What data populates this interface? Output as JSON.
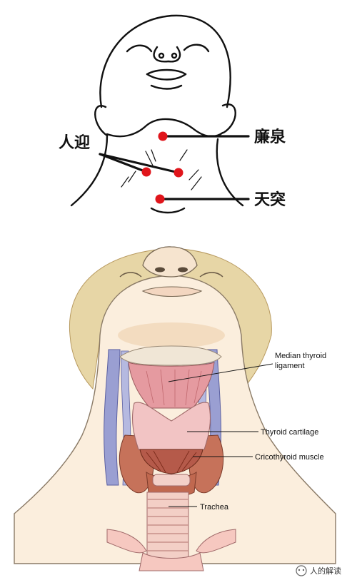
{
  "top_figure": {
    "points": [
      {
        "id": "lianquan",
        "label": "廉泉"
      },
      {
        "id": "renying",
        "label": "人迎"
      },
      {
        "id": "tiantu",
        "label": "天突"
      }
    ],
    "point_color": "#e0151b"
  },
  "bottom_figure": {
    "labels": {
      "median_line1": "Median thyroid",
      "median_line2": "ligament",
      "thyroid": "Thyroid cartilage",
      "cricothyroid": "Cricothyroid muscle",
      "trachea": "Trachea"
    },
    "colors": {
      "skin": "#fbeedd",
      "hair": "#e7d6a6",
      "vein": "#9a9fd2",
      "cartilage": "#f2c4c4",
      "gland": "#c6725a"
    }
  },
  "watermark": "人的解读"
}
